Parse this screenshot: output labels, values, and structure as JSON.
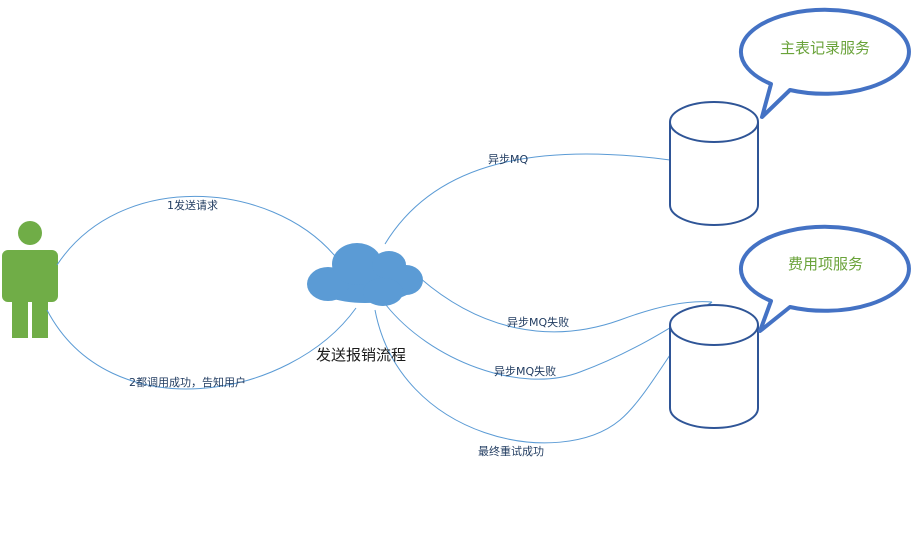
{
  "diagram": {
    "cloud_label": "发送报销流程",
    "edges": {
      "send_request": "1发送请求",
      "notify_user": "2都调用成功，告知用户",
      "async_mq": "异步MQ",
      "async_mq_fail_1": "异步MQ失败",
      "async_mq_fail_2": "异步MQ失败",
      "final_retry_success": "最终重试成功"
    },
    "services": {
      "main_record": "主表记录服务",
      "expense_item": "费用项服务"
    }
  },
  "colors": {
    "person": "#70ad47",
    "cloud": "#5b9bd5",
    "bubble_border": "#4472c4",
    "bubble_text": "#6aa33a",
    "edge": "#5b9bd5",
    "cylinder_stroke": "#2f5597"
  }
}
